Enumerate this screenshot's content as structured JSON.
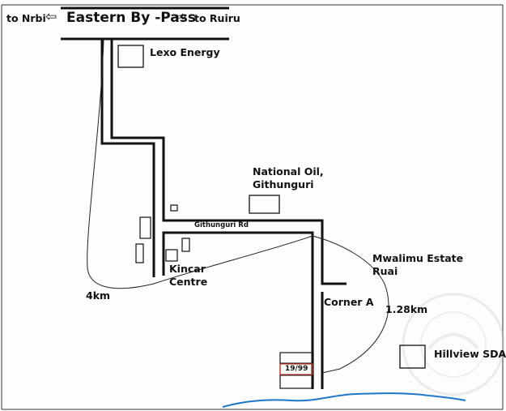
{
  "map": {
    "road_main": "Eastern By -Pass",
    "dir_left": "to Nrbi",
    "dir_right": "to Ruiru",
    "road_minor": "Githunguri Rd",
    "places": {
      "lexo": "Lexo Energy",
      "national_oil_1": "National Oil,",
      "national_oil_2": "Githunguri",
      "kincar_1": "Kincar",
      "kincar_2": "Centre",
      "mwalimu_1": "Mwalimu Estate",
      "mwalimu_2": "Ruai",
      "corner_a": "Corner A",
      "hillview": "Hillview SDA"
    },
    "distances": {
      "d1": "4km",
      "d2": "1.28km"
    },
    "plot_no": "19/99",
    "colors": {
      "ink": "#111111",
      "river": "#1f77c9",
      "stamp": "#d9d9d9"
    }
  }
}
